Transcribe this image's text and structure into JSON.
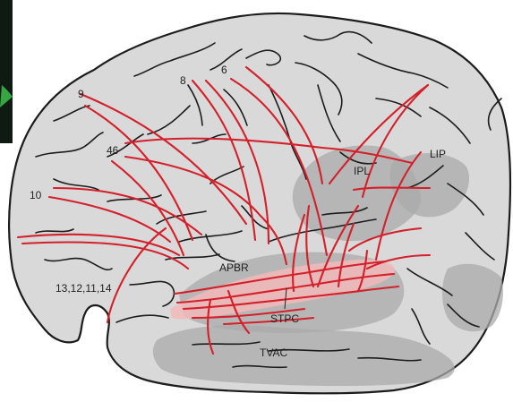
{
  "diagram": {
    "labels": {
      "area_9": "9",
      "area_8": "8",
      "area_6": "6",
      "area_46": "46",
      "area_10": "10",
      "orbital": "13,12,11,14",
      "ipl": "IPL",
      "lip": "LIP",
      "apbr": "APBR",
      "stpc": "STPC",
      "tvac": "TVAC"
    },
    "colors": {
      "fiber": "#d3202a",
      "cortex": "#d9d9d9",
      "region": "#a9a9a9",
      "highlight": "#f2b8b8",
      "corner": "#0f1b12",
      "corner_accent": "#3bb54a"
    }
  }
}
